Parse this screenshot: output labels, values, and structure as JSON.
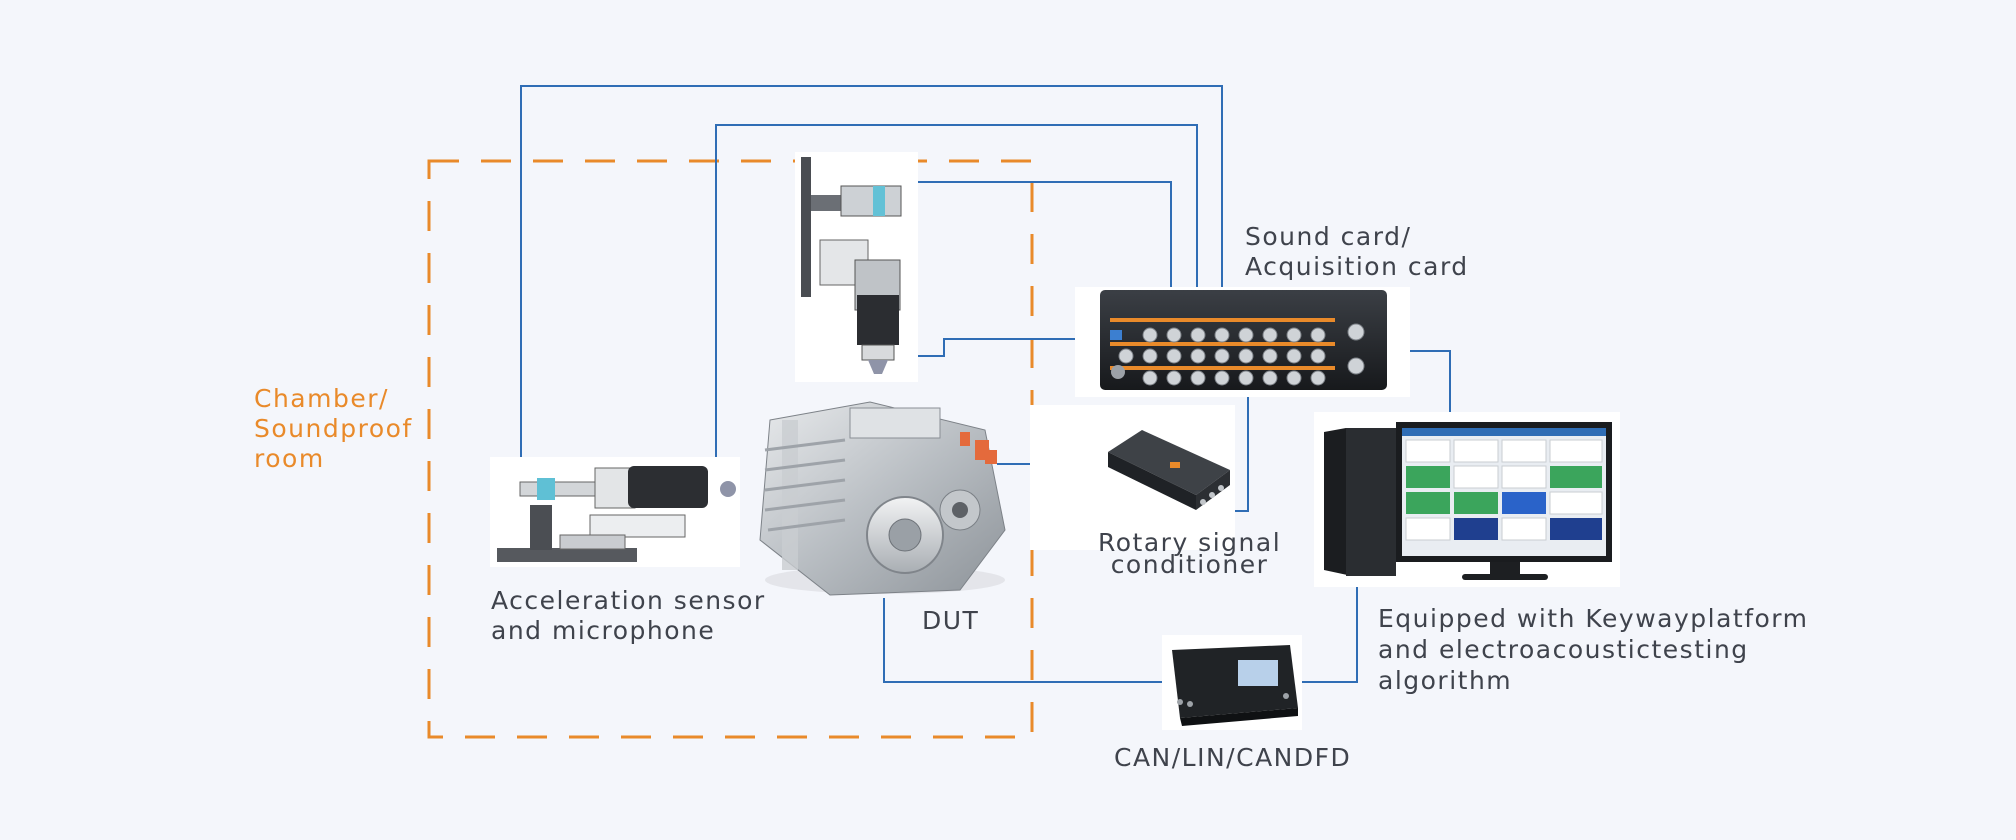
{
  "colors": {
    "background": "#f4f6fb",
    "wire": "#2f6db5",
    "chamber_border": "#e98a2a",
    "label_text": "#3f434c",
    "chamber_text": "#e98a2a"
  },
  "chamber": {
    "lines": [
      "Chamber/",
      "Soundproof",
      "room"
    ]
  },
  "components": {
    "sensor": {
      "lines": [
        "Acceleration sensor",
        "and microphone"
      ]
    },
    "dut": {
      "label": "DUT"
    },
    "sound_card": {
      "lines": [
        "Sound card/",
        "Acquisition card"
      ]
    },
    "rotary": {
      "lines": [
        "Rotary signal",
        "conditioner"
      ]
    },
    "computer": {
      "lines": [
        "Equipped with Keywayplatform",
        "and electroacoustictesting",
        "algorithm"
      ]
    },
    "can": {
      "label": "CAN/LIN/CANDFD"
    }
  },
  "icons": [
    "microphone-stand-icon",
    "sensor-rig-icon",
    "motor-icon",
    "acquisition-card-icon",
    "signal-conditioner-icon",
    "computer-icon",
    "can-interface-icon"
  ]
}
